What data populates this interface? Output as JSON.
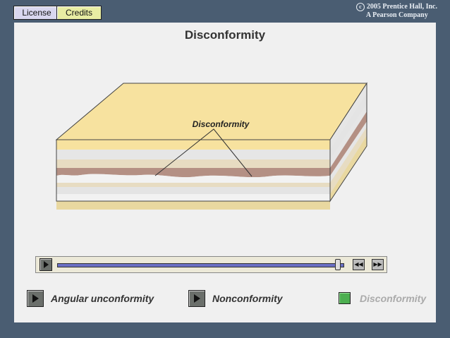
{
  "top": {
    "license_label": "License",
    "credits_label": "Credits",
    "copyright_line1": "2005 Prentice Hall, Inc.",
    "copyright_line2": "A Pearson Company",
    "copyright_symbol": "c"
  },
  "title": "Disconformity",
  "diagram": {
    "callout_label": "Disconformity",
    "colors": {
      "top_surface": "#f7e29f",
      "light_layer": "#e4e4e4",
      "brown_layer": "#b49084",
      "tan_layer": "#e9d8a0"
    }
  },
  "player": {
    "progress": 0.98,
    "rewind_icon": "rewind-icon",
    "forward_icon": "fast-forward-icon"
  },
  "nav": [
    {
      "label": "Angular unconformity",
      "active": false
    },
    {
      "label": "Nonconformity",
      "active": false
    },
    {
      "label": "Disconformity",
      "active": true
    }
  ]
}
